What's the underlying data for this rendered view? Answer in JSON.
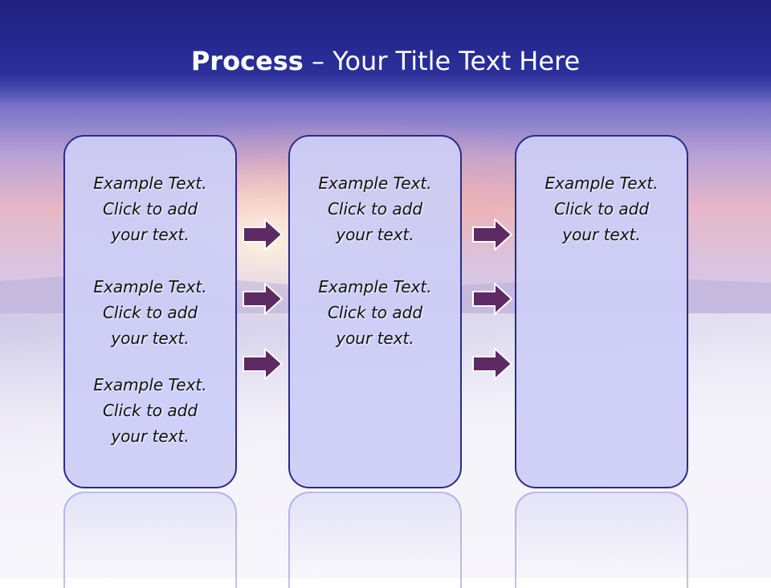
{
  "title": {
    "bold": "Process",
    "rest": " – Your Title Text Here"
  },
  "columns": [
    {
      "items": [
        [
          "Example Text.",
          "Click  to add",
          "your text."
        ],
        [
          "Example Text.",
          "Click  to add",
          "your text."
        ],
        [
          "Example Text.",
          "Click  to add",
          "your text."
        ]
      ]
    },
    {
      "items": [
        [
          "Example Text.",
          "Click  to add",
          "your text."
        ],
        [
          "Example Text.",
          "Click  to add",
          "your text."
        ]
      ]
    },
    {
      "items": [
        [
          "Example Text.",
          "Click  to add",
          "your text."
        ]
      ]
    }
  ],
  "colors": {
    "header": "#23248a",
    "box_fill": "#cccef6",
    "box_border": "#2b2a8c",
    "arrow_fill": "#5e2a63"
  }
}
